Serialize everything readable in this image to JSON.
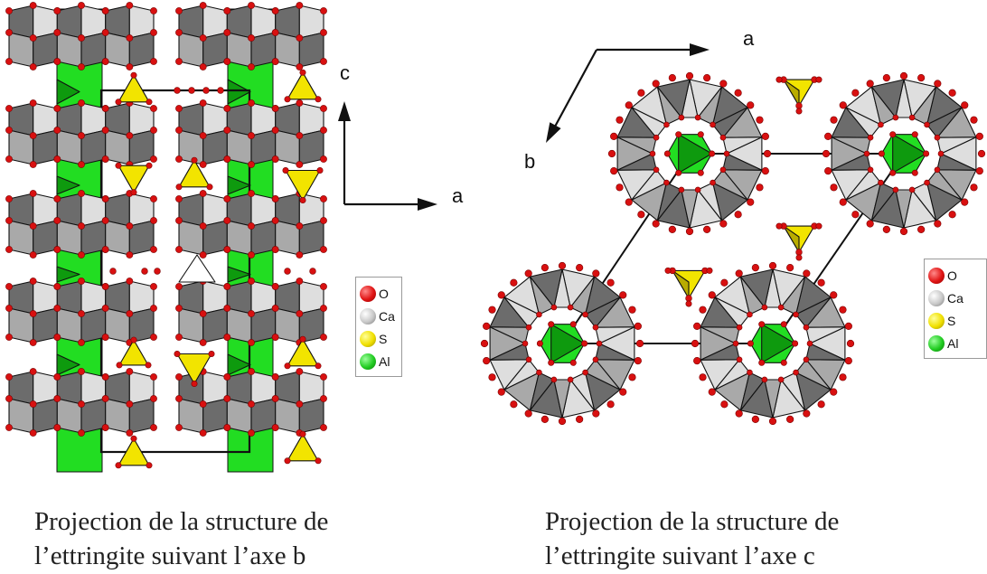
{
  "left_panel": {
    "axis_c_label": "c",
    "axis_a_label": "a",
    "caption_line1": "Projection de la structure de",
    "caption_line2": "l’ettringite suivant l’axe b"
  },
  "right_panel": {
    "axis_a_label": "a",
    "axis_b_label": "b",
    "caption_line1": "Projection de la structure de",
    "caption_line2": "l’ettringite suivant l’axe c"
  },
  "legend": {
    "items": [
      {
        "label": "O",
        "color": "#e01414"
      },
      {
        "label": "Ca",
        "color": "#c8c8c8"
      },
      {
        "label": "S",
        "color": "#f0e000"
      },
      {
        "label": "Al",
        "color": "#22cc22"
      }
    ]
  },
  "colors": {
    "oxygen": "#d81010",
    "ca_light": "#dedede",
    "ca_mid": "#a9a9a9",
    "ca_dark": "#6c6c6c",
    "aluminium": "#22dd22",
    "aluminium_dark": "#0e9a0e",
    "sulfate": "#f2e400",
    "sulfate_dark": "#b9ac00"
  }
}
